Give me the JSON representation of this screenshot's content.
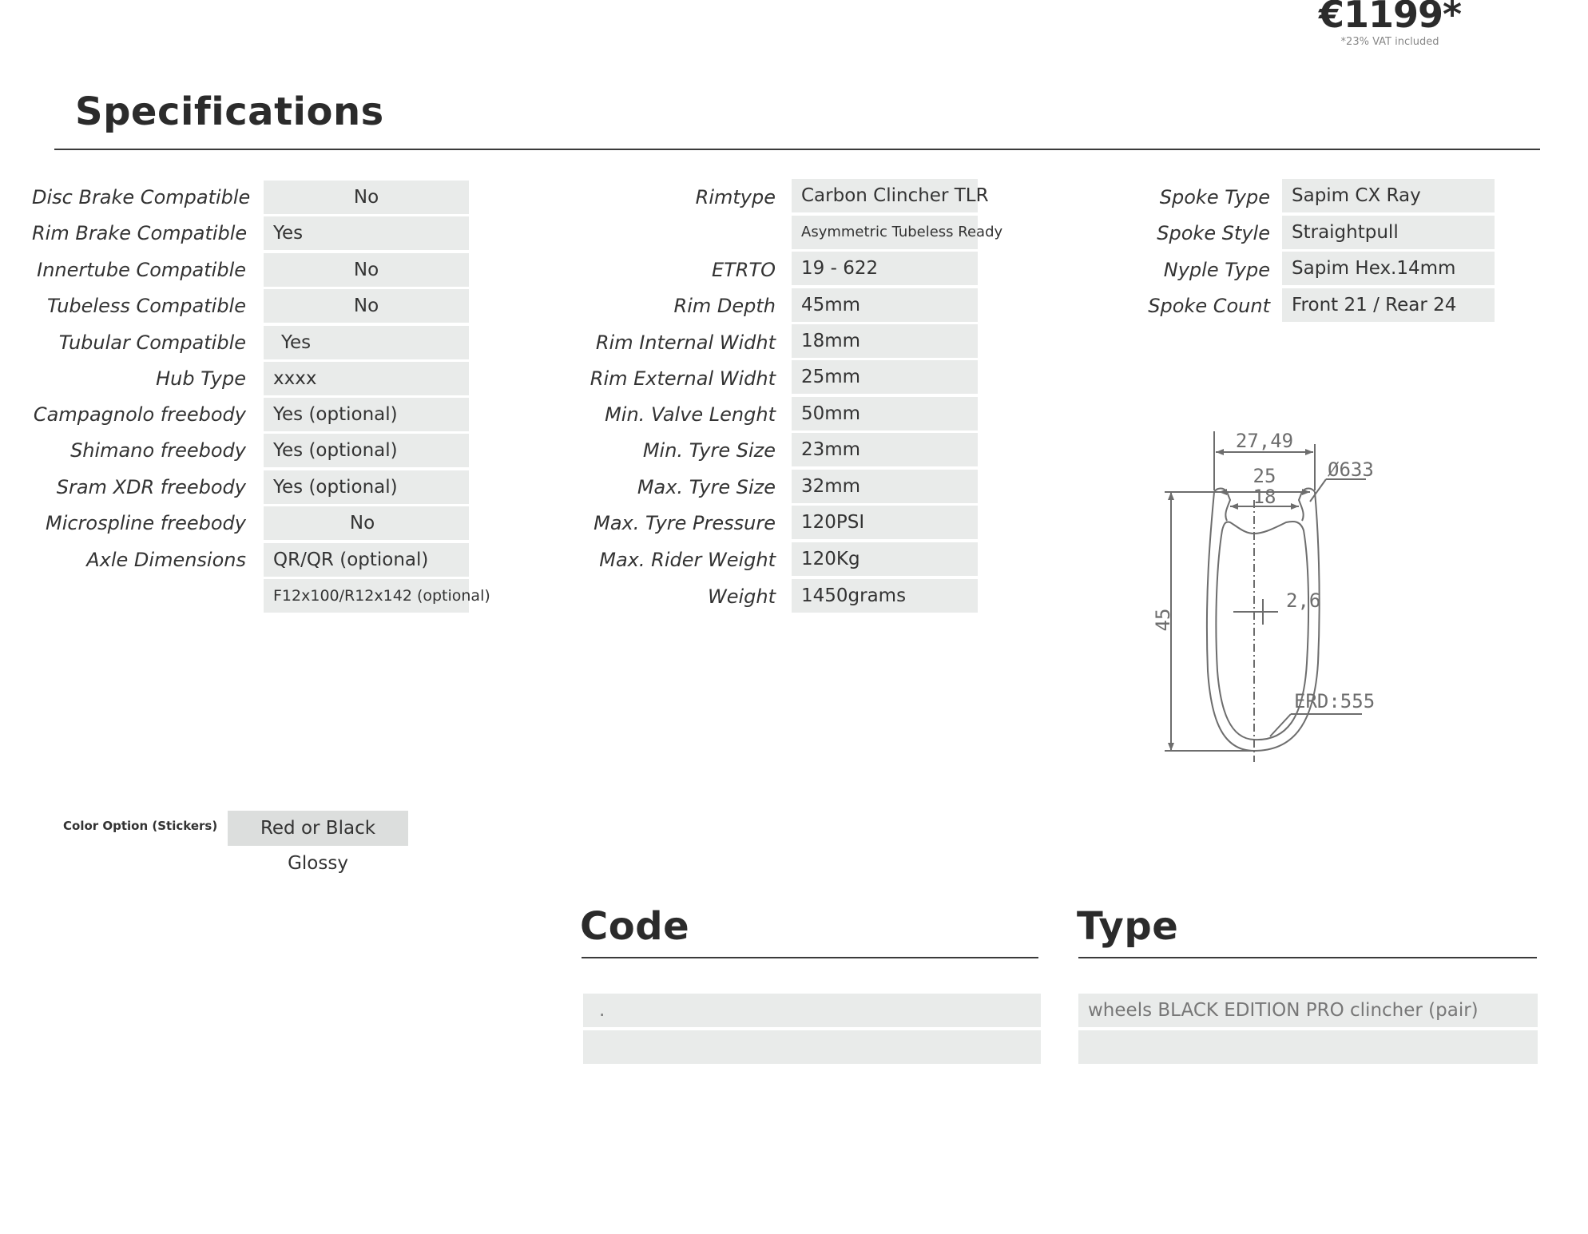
{
  "price": {
    "value": "€1199*",
    "note": "*23% VAT included"
  },
  "specs_title": "Specifications",
  "left_specs": [
    {
      "label": "Disc Brake Compatible",
      "value": "No"
    },
    {
      "label": "Rim Brake Compatible",
      "value": "Yes"
    },
    {
      "label": "Innertube Compatible",
      "value": "No"
    },
    {
      "label": "Tubeless Compatible",
      "value": "No"
    },
    {
      "label": "Tubular Compatible",
      "value": "Yes"
    },
    {
      "label": "Hub Type",
      "value": "xxxx"
    },
    {
      "label": "Campagnolo freebody",
      "value": "Yes (optional)"
    },
    {
      "label": "Shimano freebody",
      "value": "Yes (optional)"
    },
    {
      "label": "Sram XDR freebody",
      "value": "Yes (optional)"
    },
    {
      "label": "Microspline freebody",
      "value": "No"
    },
    {
      "label": "Axle Dimensions",
      "value": "QR/QR (optional)"
    },
    {
      "label": "",
      "value": "F12x100/R12x142 (optional)"
    }
  ],
  "middle_specs": [
    {
      "label": "Rimtype",
      "value": "Carbon Clincher TLR"
    },
    {
      "label": "",
      "value": "Asymmetric Tubeless Ready"
    },
    {
      "label": "ETRTO",
      "value": "19 - 622"
    },
    {
      "label": "Rim Depth",
      "value": "45mm"
    },
    {
      "label": "Rim Internal Widht",
      "value": "18mm"
    },
    {
      "label": "Rim External Widht",
      "value": "25mm"
    },
    {
      "label": "Min. Valve Lenght",
      "value": "50mm"
    },
    {
      "label": "Min. Tyre Size",
      "value": "23mm"
    },
    {
      "label": "Max. Tyre Size",
      "value": "32mm"
    },
    {
      "label": "Max. Tyre Pressure",
      "value": "120PSI"
    },
    {
      "label": "Max. Rider Weight",
      "value": "120Kg"
    },
    {
      "label": "Weight",
      "value": "1450grams"
    }
  ],
  "right_specs": [
    {
      "label": "Spoke Type",
      "value": "Sapim CX Ray"
    },
    {
      "label": "Spoke Style",
      "value": "Straightpull"
    },
    {
      "label": "Nyple Type",
      "value": "Sapim Hex.14mm"
    },
    {
      "label": "Spoke Count",
      "value": "Front 21 / Rear 24"
    }
  ],
  "diagram": {
    "outer_width": "27,49",
    "width_25": "25",
    "width_18": "18",
    "diameter": "Ø633",
    "thickness": "2,6",
    "depth": "45",
    "erd": "ERD:555"
  },
  "color_option": {
    "label": "Color Option (Stickers)",
    "value": "Red or Black Glossy"
  },
  "code": {
    "title": "Code",
    "rows": [
      ".",
      ""
    ]
  },
  "type": {
    "title": "Type",
    "rows": [
      "wheels BLACK EDITION PRO clincher (pair)",
      ""
    ]
  }
}
